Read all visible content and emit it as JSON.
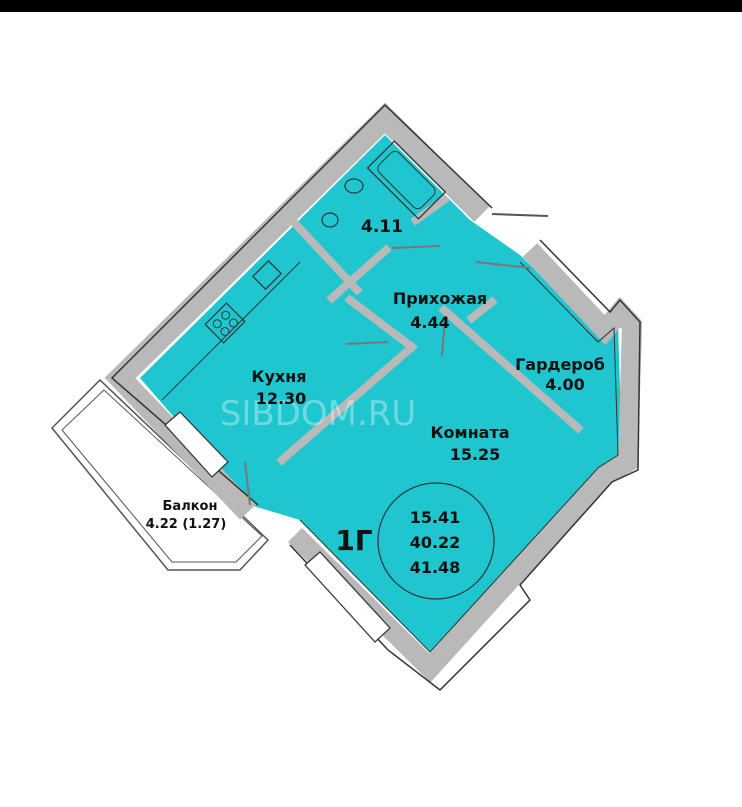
{
  "plan": {
    "type_label": "1Г",
    "watermark": "SIBDOM.RU",
    "rooms": [
      {
        "name": "",
        "area": "4.11"
      },
      {
        "name": "Прихожая",
        "area": "4.44"
      },
      {
        "name": "Гардероб",
        "area": "4.00"
      },
      {
        "name": "Кухня",
        "area": "12.30"
      },
      {
        "name": "Комната",
        "area": "15.25"
      },
      {
        "name": "Балкон",
        "area": "4.22 (1.27)"
      }
    ],
    "totals": [
      "15.41",
      "40.22",
      "41.48"
    ]
  },
  "colors": {
    "room_fill": "#1fc6cf",
    "wall": "#b9b9b9",
    "outline": "#333333"
  }
}
